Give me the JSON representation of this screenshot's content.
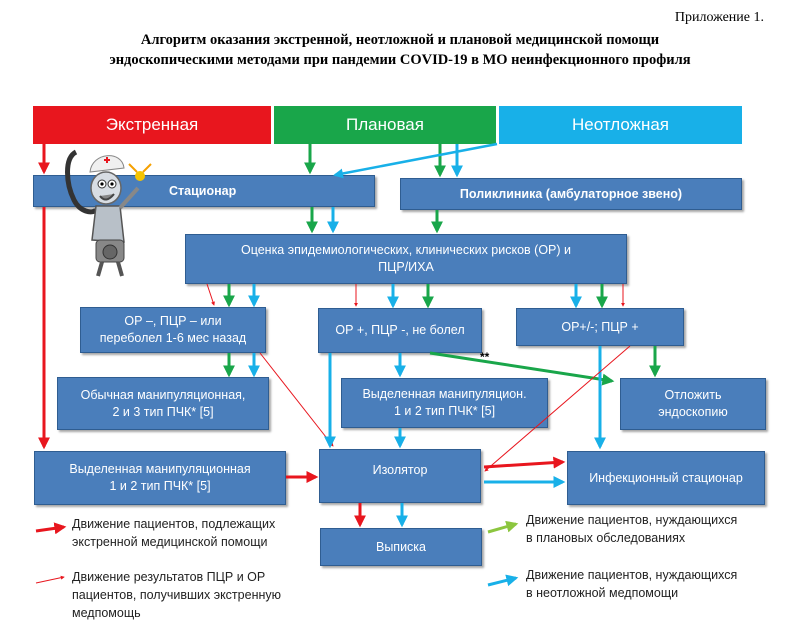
{
  "appendix": "Приложение 1.",
  "title_line1": "Алгоритм оказания экстренной, неотложной и плановой медицинской помощи",
  "title_line2": "эндоскопическими методами при пандемии COVID-19 в МО неинфекционного профиля",
  "headers": {
    "emergency": "Экстренная",
    "planned": "Плановая",
    "urgent": "Неотложная"
  },
  "nodes": {
    "hospital": "Стационар",
    "polyclinic": "Поликлиника  (амбулаторное  звено)",
    "assessment_line1": "Оценка эпидемиологических, клинических рисков (ОР) и",
    "assessment_line2": "ПЦР/ИХА",
    "or_neg_line1": "ОР –, ПЦР –    или",
    "or_neg_line2": "переболел 1-6 мес назад",
    "or_pos": "ОР +, ПЦР -, не болел",
    "or_any": "ОР+/-; ПЦР +",
    "usual_room_line1": "Обычная манипуляционная,",
    "usual_room_line2": "2 и 3 тип ПЧК* [5]",
    "dedicated_room_mid_line1": "Выделенная манипуляцион.",
    "dedicated_room_mid_line2": "1 и 2 тип ПЧК* [5]",
    "postpone_line1": "Отложить",
    "postpone_line2": "эндоскопию",
    "dedicated_room_left_line1": "Выделенная манипуляционная",
    "dedicated_room_left_line2": "1 и 2 тип ПЧК* [5]",
    "isolator": "Изолятор",
    "infectious_hospital": "Инфекционный стационар",
    "discharge": "Выписка",
    "double_star": "**"
  },
  "legend": {
    "red_thick_line1": "Движение пациентов, подлежащих",
    "red_thick_line2": "экстренной медицинской помощи",
    "red_thin_line1": "Движение результатов ПЦР и ОР",
    "red_thin_line2": "пациентов, получивших экстренную",
    "red_thin_line3": "медпомощь",
    "green_line1": "Движение пациентов, нуждающихся",
    "green_line2": "в плановых обследованиях",
    "blue_line1": "Движение пациентов, нуждающихся",
    "blue_line2": "в неотложной медпомощи"
  },
  "colors": {
    "red": "#e8161e",
    "green": "#19a64a",
    "blue": "#18b0e8",
    "box": "#4a7ebb",
    "legend_green": "#8cc63f"
  }
}
